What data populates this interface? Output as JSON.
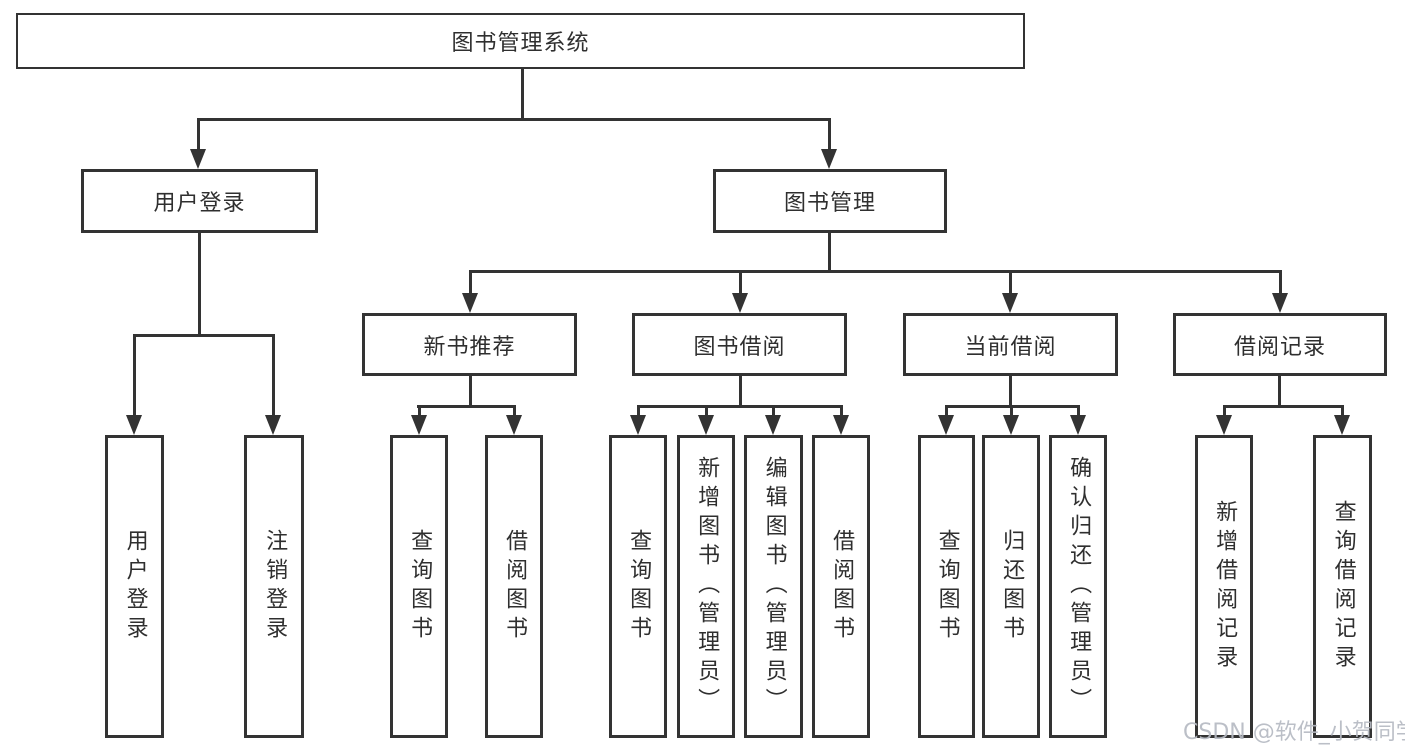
{
  "diagram": {
    "type": "hierarchy",
    "colors": {
      "line": "#333333",
      "text": "#2f2f2f",
      "background": "#ffffff",
      "watermark": "#b6bac3"
    }
  },
  "tree": {
    "label": "图书管理系统",
    "children": [
      {
        "label": "用户登录",
        "children": [
          {
            "label": "用户登录"
          },
          {
            "label": "注销登录"
          }
        ]
      },
      {
        "label": "图书管理",
        "children": [
          {
            "label": "新书推荐",
            "children": [
              {
                "label": "查询图书"
              },
              {
                "label": "借阅图书"
              }
            ]
          },
          {
            "label": "图书借阅",
            "children": [
              {
                "label": "查询图书"
              },
              {
                "label": "新增图书（管理员）"
              },
              {
                "label": "编辑图书（管理员）"
              },
              {
                "label": "借阅图书"
              }
            ]
          },
          {
            "label": "当前借阅",
            "children": [
              {
                "label": "查询图书"
              },
              {
                "label": "归还图书"
              },
              {
                "label": "确认归还（管理员）"
              }
            ]
          },
          {
            "label": "借阅记录",
            "children": [
              {
                "label": "新增借阅记录"
              },
              {
                "label": "查询借阅记录"
              }
            ]
          }
        ]
      }
    ]
  },
  "watermark": {
    "text": "CSDN @软件_小贺同学"
  }
}
